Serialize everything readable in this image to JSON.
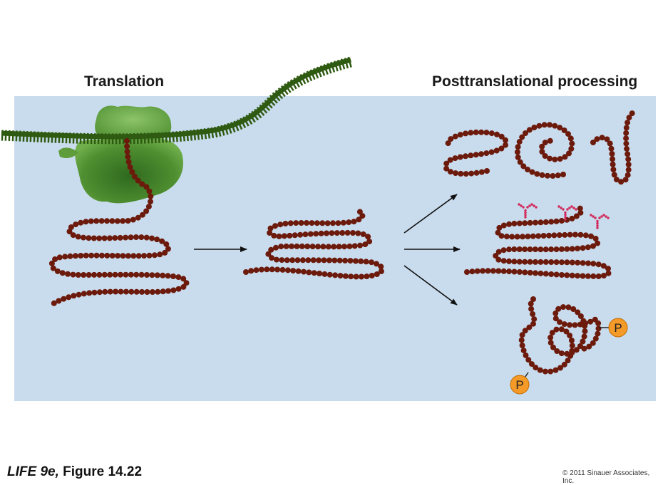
{
  "headings": {
    "left": "Translation",
    "right": "Posttranslational processing"
  },
  "labels": {
    "phosphate": "P"
  },
  "caption": {
    "book": "LIFE 9e,",
    "figure": "Figure 14.22"
  },
  "copyright": "© 2011 Sinauer Associates, Inc.",
  "colors": {
    "background_panel": "#c9dced",
    "amino_acid_chain": "#6b1a0c",
    "mrna": "#2f5a12",
    "ribosome": "#4f8e30",
    "sugar_chain": "#d2285a",
    "phosphate": "#f39a28"
  }
}
